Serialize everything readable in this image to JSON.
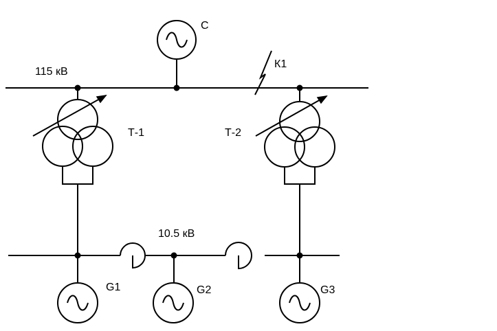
{
  "labels": {
    "bus_high_voltage": "115 кВ",
    "bus_low_voltage": "10.5 кВ",
    "system_source": "С",
    "fault_point": "К1",
    "transformer_1": "Т-1",
    "transformer_2": "Т-2",
    "generator_1": "G1",
    "generator_2": "G2",
    "generator_3": "G3"
  },
  "colors": {
    "line": "#000000",
    "background": "#ffffff"
  },
  "icons": {
    "generator": "ac-sine-source-icon",
    "transformer": "three-winding-transformer-icon",
    "reactor": "current-limiting-reactor-icon",
    "fault": "short-circuit-lightning-icon"
  }
}
